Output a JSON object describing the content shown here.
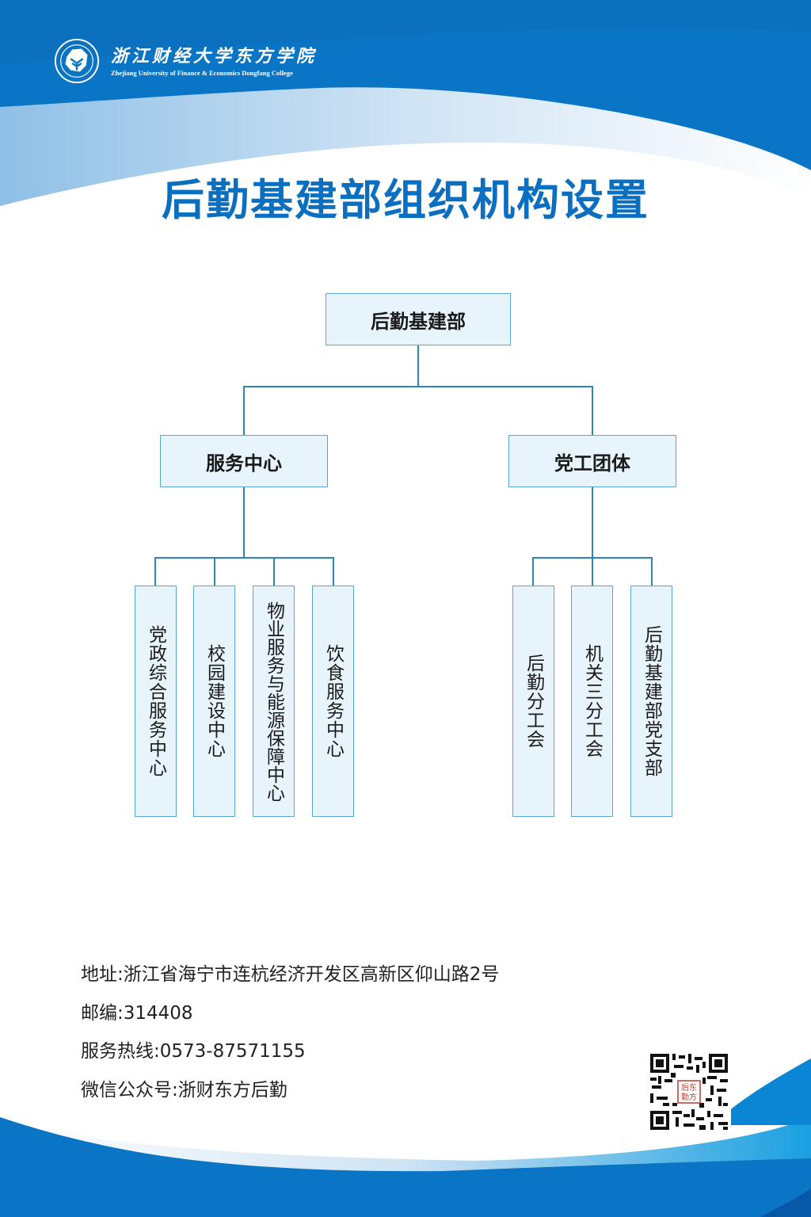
{
  "header": {
    "college_name_cn": "浙江财经大学东方学院",
    "college_name_en": "Zhejiang University of Finance & Economics Dongfang College"
  },
  "page_title": "后勤基建部组织机构设置",
  "org_chart": {
    "root": "后勤基建部",
    "branches": [
      {
        "label": "服务中心",
        "children": [
          "党政综合服务中心",
          "校园建设中心",
          "物业服务与能源保障中心",
          "饮食服务中心"
        ]
      },
      {
        "label": "党工团体",
        "children": [
          "后勤分工会",
          "机关三分工会",
          "后勤基建部党支部"
        ]
      }
    ]
  },
  "contact": {
    "address": "地址:浙江省海宁市连杭经济开发区高新区仰山路2号",
    "postcode": "邮编:314408",
    "hotline": "服务热线:0573-87571155",
    "wechat": "微信公众号:浙财东方后勤"
  },
  "qr_code": {
    "center_label": "后勤东方",
    "icon": "qr-code-icon"
  },
  "colors": {
    "brand_blue": "#0a75c4",
    "title_blue": "#0a6fc0",
    "node_fill": "#e8f4fc",
    "node_border": "#5ba7d3",
    "connector": "#2e86b8"
  }
}
